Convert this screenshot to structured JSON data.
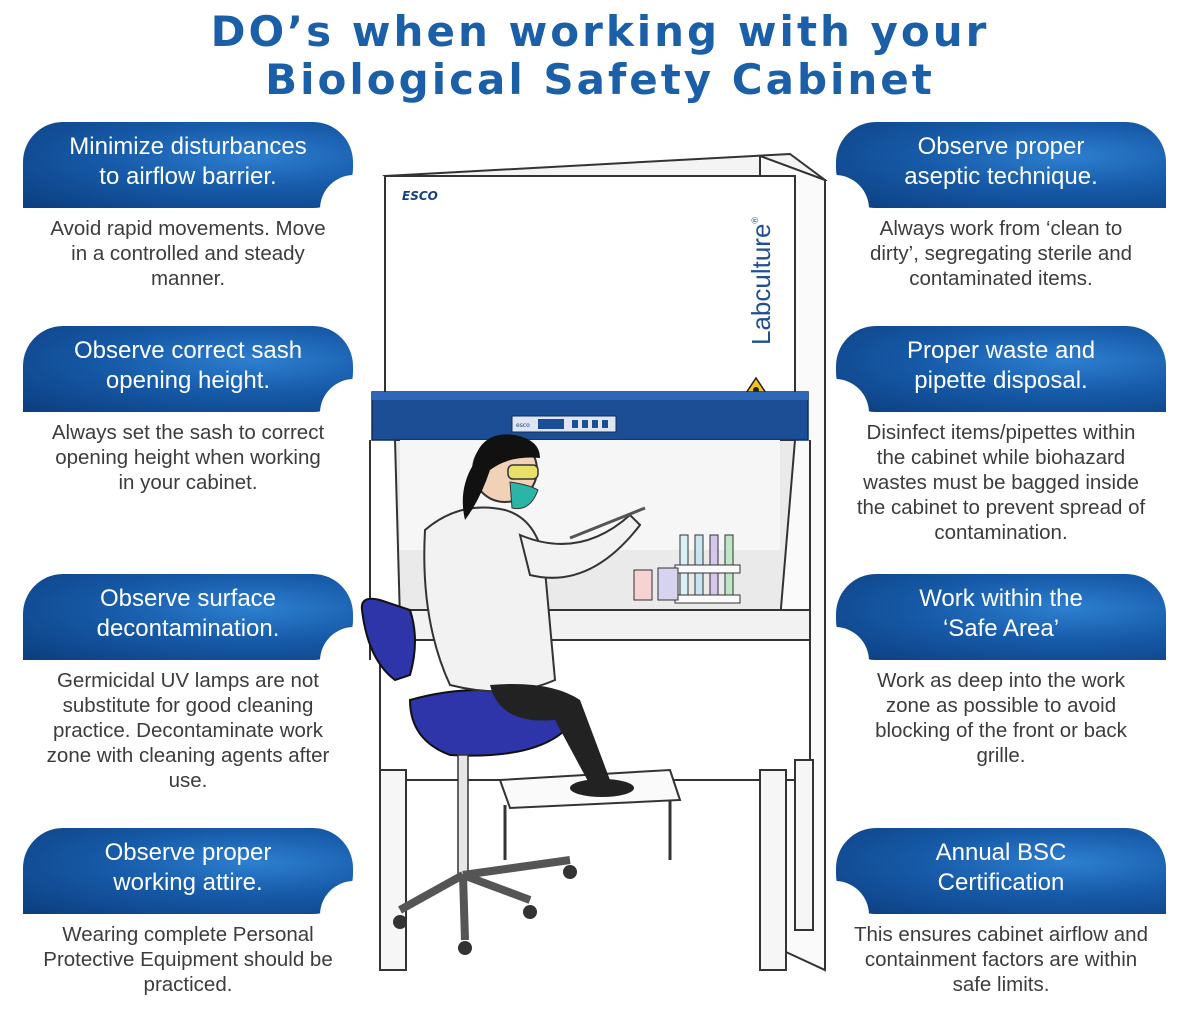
{
  "title": {
    "line1": "DO’s when working with your",
    "line2": "Biological Safety Cabinet"
  },
  "illustration": {
    "brand": "ESCO",
    "product": "Labculture",
    "registered_mark": "®",
    "panel_brand": "esco"
  },
  "tips": {
    "left": [
      {
        "heading_1": "Minimize disturbances",
        "heading_2": "to airflow barrier.",
        "desc_1": "Avoid rapid movements. Move",
        "desc_2": "in a controlled and steady",
        "desc_3": "manner."
      },
      {
        "heading_1": "Observe correct sash",
        "heading_2": "opening height.",
        "desc_1": "Always set the sash to correct",
        "desc_2": "opening height when working",
        "desc_3": "in your cabinet."
      },
      {
        "heading_1": "Observe surface",
        "heading_2": "decontamination.",
        "desc_1": "Germicidal UV lamps are not",
        "desc_2": "substitute for good cleaning",
        "desc_3": "practice. Decontaminate work",
        "desc_4": "zone with cleaning agents after",
        "desc_5": "use."
      },
      {
        "heading_1": "Observe proper",
        "heading_2": "working attire.",
        "desc_1": "Wearing complete Personal",
        "desc_2": "Protective Equipment should be",
        "desc_3": "practiced."
      }
    ],
    "right": [
      {
        "heading_1": "Observe proper",
        "heading_2": "aseptic technique.",
        "desc_1": "Always work from ‘clean to",
        "desc_2": "dirty’, segregating sterile and",
        "desc_3": "contaminated items."
      },
      {
        "heading_1": "Proper waste and",
        "heading_2": "pipette disposal.",
        "desc_1": "Disinfect items/pipettes within",
        "desc_2": "the cabinet while biohazard",
        "desc_3": "wastes must be bagged inside",
        "desc_4": "the cabinet to prevent spread of",
        "desc_5": "contamination."
      },
      {
        "heading_1": "Work within the",
        "heading_2": "‘Safe Area’",
        "desc_1": "Work as deep into the work",
        "desc_2": "zone as possible to avoid",
        "desc_3": "blocking of the front or back",
        "desc_4": "grille."
      },
      {
        "heading_1": "Annual BSC",
        "heading_2": "Certification",
        "desc_1": "This ensures cabinet airflow and",
        "desc_2": "containment factors are within",
        "desc_3": "safe limits."
      }
    ]
  }
}
